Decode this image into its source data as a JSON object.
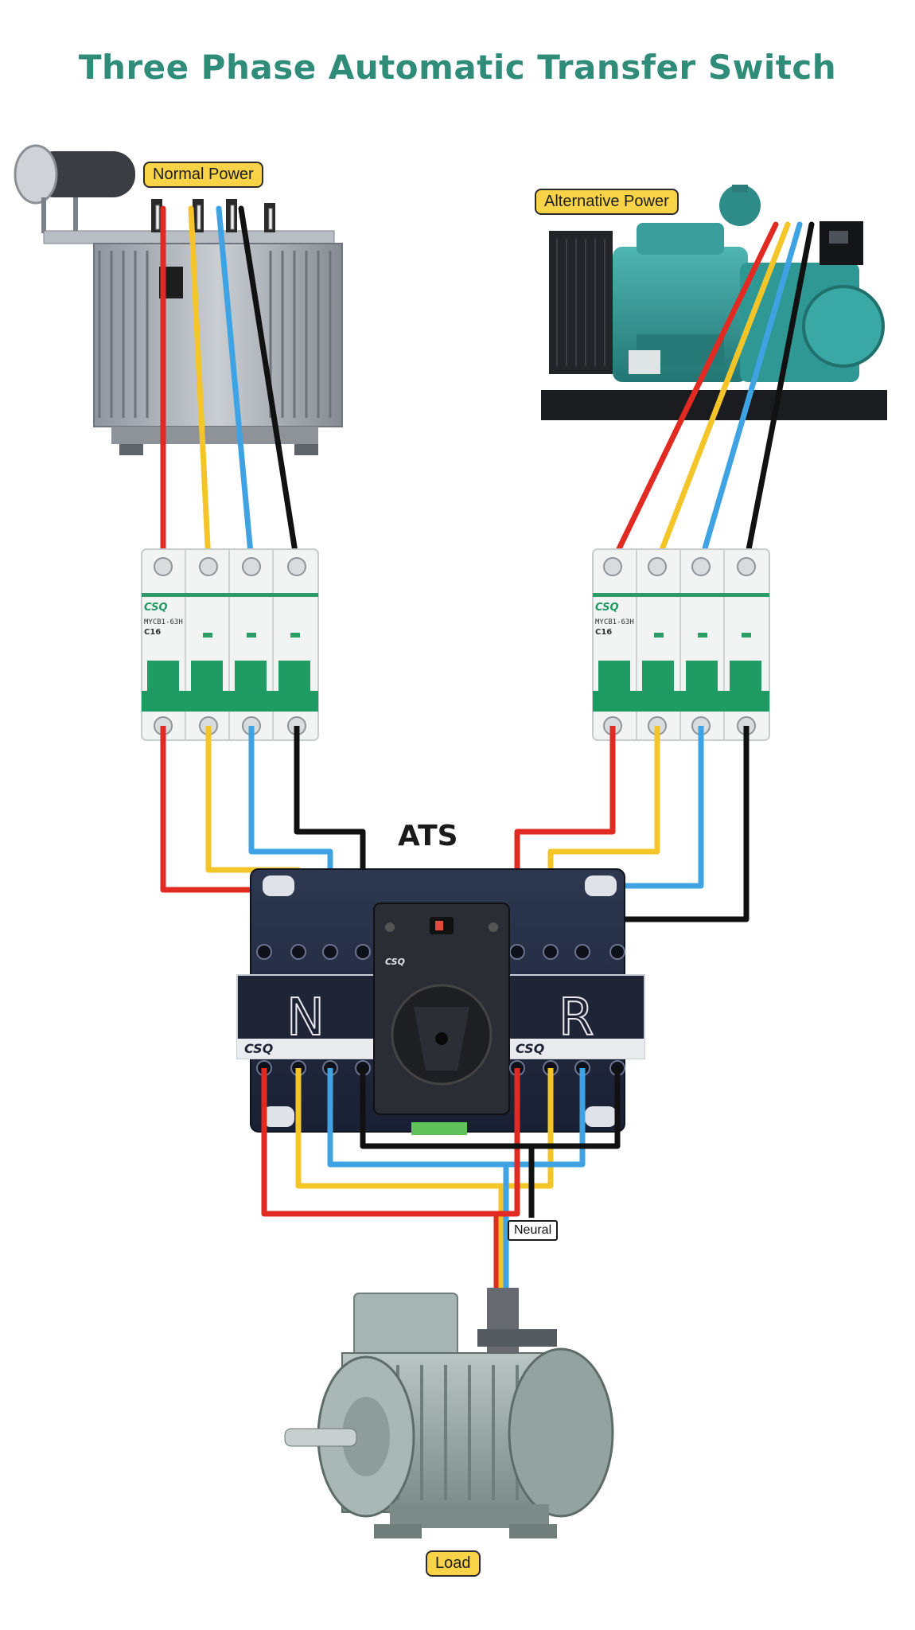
{
  "title": "Three Phase Automatic Transfer Switch",
  "labels": {
    "normal_power": "Normal Power",
    "alternative_power": "Alternative Power",
    "ats": "ATS",
    "neutral": "Neural",
    "load": "Load"
  },
  "ats_unit": {
    "left_side_letter": "N",
    "right_side_letter": "R",
    "brand": "CSQ"
  },
  "breakers": {
    "left_brand": "CSQ",
    "left_model": "MYCB1-63H",
    "left_rating": "C16",
    "right_brand": "CSQ",
    "right_model": "MYCB1-63H",
    "right_rating": "C16"
  },
  "wire_colors": {
    "L1": "#e02a22",
    "L2": "#f3c528",
    "L3": "#3fa3e3",
    "N": "#111111"
  },
  "colors": {
    "title": "#2e8c78",
    "tag_fill": "#f8d247"
  }
}
